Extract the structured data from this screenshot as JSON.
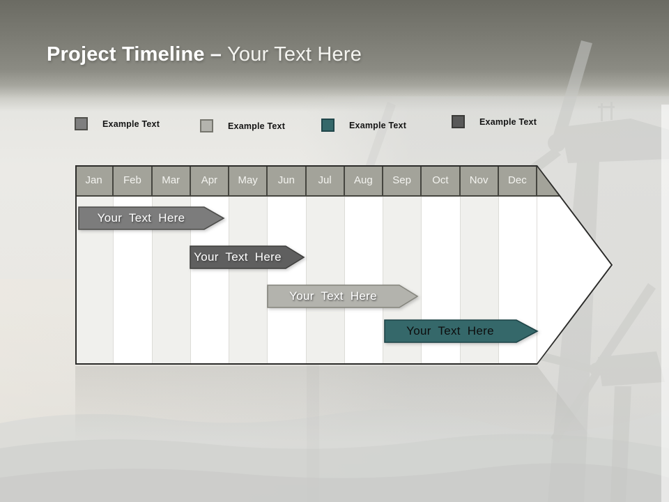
{
  "slide": {
    "title_bold": "Project Timeline",
    "title_separator": "–",
    "title_light": "Your Text Here"
  },
  "legend": {
    "items": [
      {
        "label": "Example Text",
        "color": "#7f7f7f",
        "border_color": "#4f4f4b"
      },
      {
        "label": "Example Text",
        "color": "#b4b4ae",
        "border_color": "#76766e"
      },
      {
        "label": "Example Text",
        "color": "#35686a",
        "border_color": "#20464a"
      },
      {
        "label": "Example Text",
        "color": "#595959",
        "border_color": "#3a3a38"
      }
    ]
  },
  "chart_data": {
    "type": "gantt",
    "title": "Project Timeline",
    "months": [
      "Jan",
      "Feb",
      "Mar",
      "Apr",
      "May",
      "Jun",
      "Jul",
      "Aug",
      "Sep",
      "Oct",
      "Nov",
      "Dec"
    ],
    "month_header_fill": "#a3a39a",
    "column_alt_colors": [
      "#f0f0ed",
      "#ffffff"
    ],
    "legend_position": "top",
    "bars": [
      {
        "label": "Your Text Here",
        "start_month": "Jan",
        "end_month": "Apr",
        "start": 0.1,
        "end": 3.9,
        "fill": "#7c7c7c",
        "border": "#4c4c4a",
        "text_color": "#ffffff"
      },
      {
        "label": "Your Text Here",
        "start_month": "Apr",
        "end_month": "Jun",
        "start": 3.0,
        "end": 6.0,
        "fill": "#5f5f5f",
        "border": "#3e3e3c",
        "text_color": "#ffffff"
      },
      {
        "label": "Your Text Here",
        "start_month": "May",
        "end_month": "Sep",
        "start": 5.0,
        "end": 8.9,
        "fill": "#b3b3ad",
        "border": "#85857d",
        "text_color": "#ffffff"
      },
      {
        "label": "Your Text Here",
        "start_month": "Sep",
        "end_month": "Dec",
        "start": 8.0,
        "end": 12.0,
        "fill": "#35686a",
        "border": "#1d4346",
        "text_color": "#0d0d0d"
      }
    ]
  }
}
